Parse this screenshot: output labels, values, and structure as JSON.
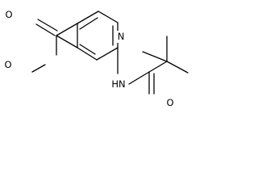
{
  "molecule": {
    "atoms": [
      {
        "id": "O_carbonyl_ester",
        "label": "O"
      },
      {
        "id": "O_methoxy",
        "label": "O"
      },
      {
        "id": "N_ring",
        "label": "N"
      },
      {
        "id": "N_amide",
        "label": "HN"
      },
      {
        "id": "O_amide",
        "label": "O"
      }
    ],
    "bond_order": {
      "single": 1,
      "double": 2
    }
  }
}
